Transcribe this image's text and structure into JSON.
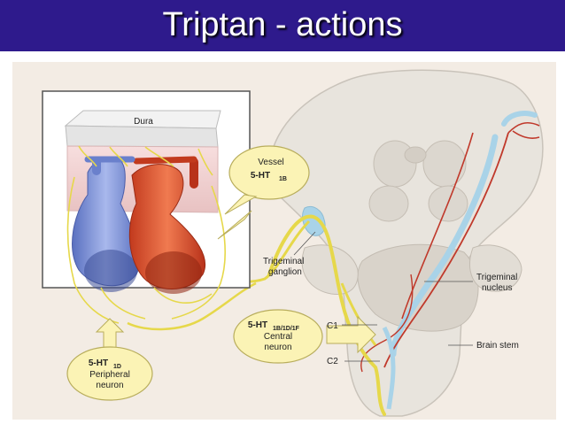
{
  "slide": {
    "title": "Triptan - actions"
  },
  "labels": {
    "dura": "Dura",
    "vessel": "Vessel",
    "vessel_receptor": "5-HT",
    "vessel_receptor_sub": "1B",
    "trigeminal_ganglion_1": "Trigeminal",
    "trigeminal_ganglion_2": "ganglion",
    "trigeminal_nucleus_1": "Trigeminal",
    "trigeminal_nucleus_2": "nucleus",
    "c1": "C1",
    "c2": "C2",
    "brain_stem": "Brain stem",
    "central_receptor": "5-HT",
    "central_receptor_sub": "1B/1D/1F",
    "central_1": "Central",
    "central_2": "neuron",
    "peripheral_receptor": "5-HT",
    "peripheral_receptor_sub": "1D",
    "peripheral_1": "Peripheral",
    "peripheral_2": "neuron"
  },
  "colors": {
    "header_bg": "#2e1a8c",
    "nerve_yellow": "#e6d84a",
    "artery_red": "#d8452c",
    "vein_blue": "#7f97d6",
    "pathway_red": "#c0392b",
    "pathway_blue": "#a9d3e8",
    "callout_fill": "#fbf3b5"
  }
}
